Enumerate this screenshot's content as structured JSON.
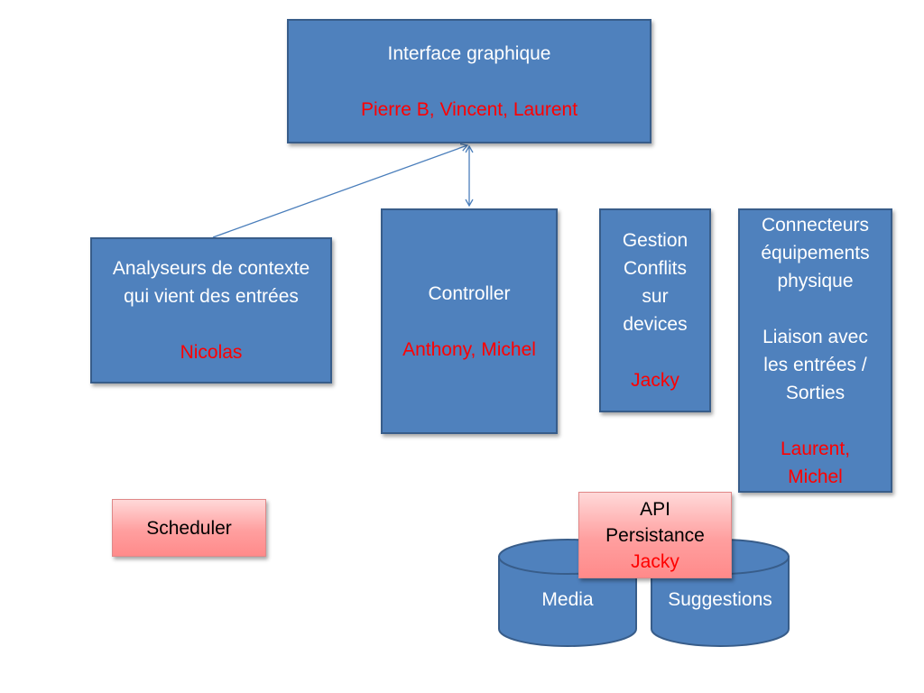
{
  "diagram": {
    "interface_graphique": {
      "title": "Interface graphique",
      "owner": "Pierre B, Vincent, Laurent"
    },
    "analyseurs": {
      "title": "Analyseurs de contexte\nqui vient des entrées",
      "owner": "Nicolas"
    },
    "controller": {
      "title": "Controller",
      "owner": "Anthony, Michel"
    },
    "gestion_conflits": {
      "title": "Gestion\nConflits\nsur\ndevices",
      "owner": "Jacky"
    },
    "connecteurs": {
      "title": "Connecteurs\néquipements\nphysique",
      "subtitle": "Liaison avec\nles entrées /\nSorties",
      "owner": "Laurent,\nMichel"
    },
    "scheduler": {
      "title": "Scheduler"
    },
    "api_persistance": {
      "title": "API\nPersistance",
      "owner": "Jacky"
    },
    "databases": {
      "media": "Media",
      "suggestions": "Suggestions"
    }
  },
  "colors": {
    "box_fill": "#4f81bd",
    "box_border": "#385d8a",
    "owner_text": "#ff0000",
    "pink_fill": "#ff9f9f",
    "connector_line": "#4a7ebb"
  }
}
